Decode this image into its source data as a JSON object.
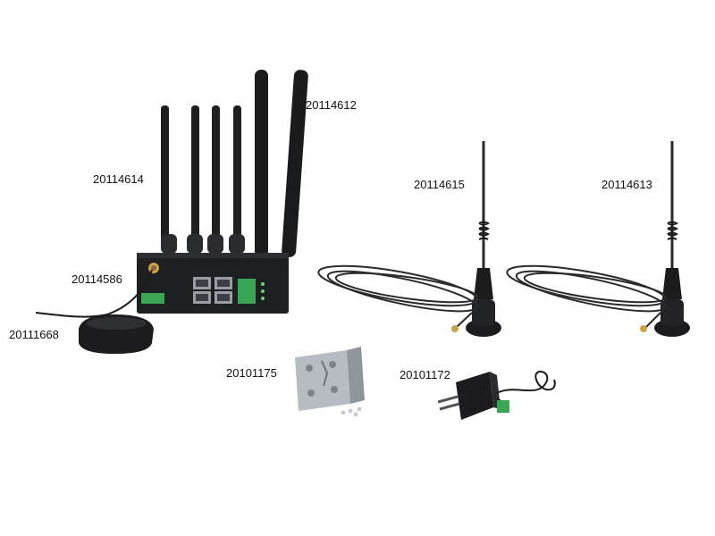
{
  "labels": {
    "router_antenna_lte": "20114614",
    "router_antenna_wifi": "20114612",
    "gps_antenna_cable": "20114586",
    "gps_puck": "20111668",
    "magnetic_antenna_left": "20114615",
    "magnetic_antenna_right": "20114613",
    "din_rail_bracket": "20101175",
    "power_adapter": "20101172"
  },
  "colors": {
    "device": "#1e1f21",
    "terminal_green": "#3aa655",
    "bracket": "#b7bcc3",
    "connector_gold": "#c9a24a"
  }
}
